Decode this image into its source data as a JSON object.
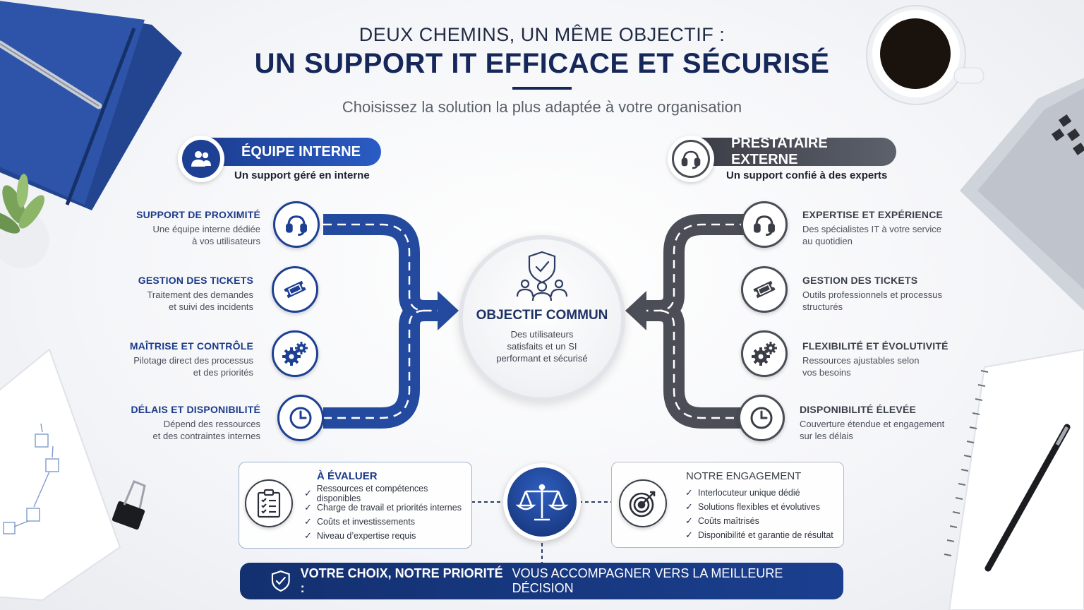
{
  "header": {
    "top_line": "DEUX CHEMINS, UN MÊME OBJECTIF :",
    "main_title": "UN SUPPORT IT EFFICACE ET SÉCURISÉ",
    "subtitle": "Choisissez la solution la plus adaptée à votre organisation"
  },
  "left": {
    "title": "ÉQUIPE INTERNE",
    "subtitle": "Un support géré en interne",
    "icon": "users-icon",
    "color": "#1d3f94",
    "items": [
      {
        "title": "SUPPORT DE PROXIMITÉ",
        "desc1": "Une équipe interne dédiée",
        "desc2": "à vos utilisateurs",
        "icon": "headset-icon"
      },
      {
        "title": "GESTION DES TICKETS",
        "desc1": "Traitement des demandes",
        "desc2": "et suivi des incidents",
        "icon": "ticket-icon"
      },
      {
        "title": "MAÎTRISE ET CONTRÔLE",
        "desc1": "Pilotage direct des processus",
        "desc2": "et des priorités",
        "icon": "gears-icon"
      },
      {
        "title": "DÉLAIS ET DISPONIBILITÉ",
        "desc1": "Dépend des ressources",
        "desc2": "et des contraintes internes",
        "icon": "clock-icon"
      }
    ]
  },
  "right": {
    "title": "PRESTATAIRE EXTERNE",
    "subtitle": "Un support confié à des experts",
    "icon": "headset-icon",
    "color": "#4a4d55",
    "items": [
      {
        "title": "EXPERTISE ET EXPÉRIENCE",
        "desc1": "Des spécialistes IT à votre service",
        "desc2": "au quotidien",
        "icon": "headset-icon"
      },
      {
        "title": "GESTION DES TICKETS",
        "desc1": "Outils professionnels et processus",
        "desc2": "structurés",
        "icon": "ticket-icon"
      },
      {
        "title": "FLEXIBILITÉ ET ÉVOLUTIVITÉ",
        "desc1": "Ressources ajustables selon",
        "desc2": "vos besoins",
        "icon": "gears-icon"
      },
      {
        "title": "DISPONIBILITÉ ÉLEVÉE",
        "desc1": "Couverture étendue et engagement",
        "desc2": "sur les délais",
        "icon": "clock-icon"
      }
    ]
  },
  "center": {
    "title": "OBJECTIF COMMUN",
    "desc1": "Des utilisateurs",
    "desc2": "satisfaits et un SI",
    "desc3": "performant et sécurisé",
    "icon": "shield-team-icon"
  },
  "evaluate": {
    "title": "À ÉVALUER",
    "icon": "clipboard-icon",
    "items": [
      "Ressources et compétences disponibles",
      "Charge de travail et priorités internes",
      "Coûts et investissements",
      "Niveau d’expertise requis"
    ]
  },
  "engagement": {
    "title": "NOTRE ENGAGEMENT",
    "icon": "target-icon",
    "items": [
      "Interlocuteur unique dédié",
      "Solutions flexibles et évolutives",
      "Coûts maîtrisés",
      "Disponibilité et garantie de résultat"
    ]
  },
  "balance_icon": "scales-icon",
  "banner": {
    "bold": "VOTRE CHOIX, NOTRE PRIORITÉ :",
    "rest": "VOUS ACCOMPAGNER VERS LA MEILLEURE DÉCISION",
    "icon": "shield-check-icon"
  },
  "colors": {
    "navy": "#16285a",
    "blue": "#1d3f94",
    "gray": "#4a4d55"
  }
}
